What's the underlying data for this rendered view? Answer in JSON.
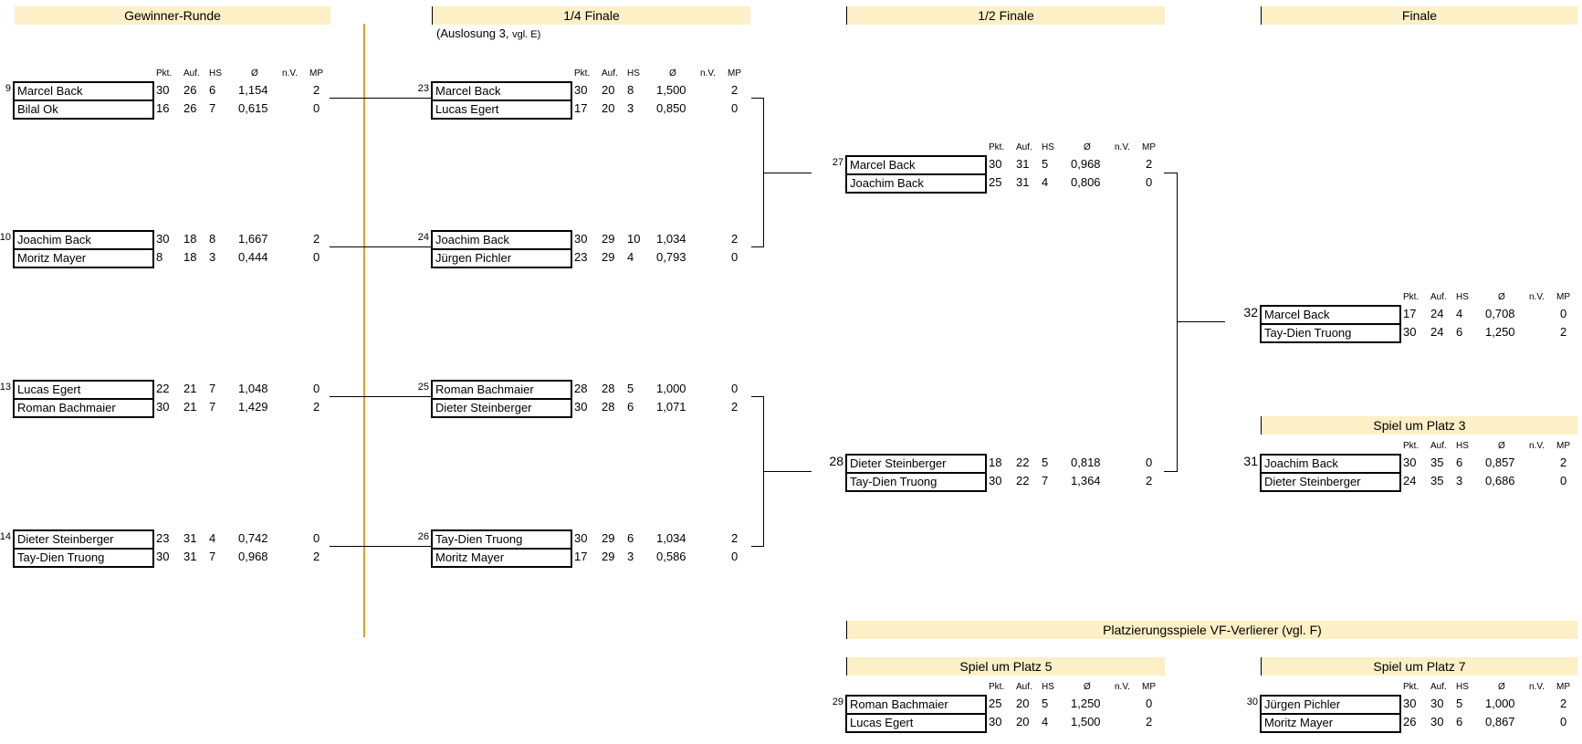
{
  "headers": {
    "gewinner": "Gewinner-Runde",
    "viertel": "1/4 Finale",
    "halb": "1/2 Finale",
    "finale": "Finale",
    "platz3": "Spiel um Platz 3",
    "platzierung": "Platzierungsspiele VF-Verlierer (vgl. F)",
    "platz5": "Spiel um Platz 5",
    "platz7": "Spiel um Platz 7"
  },
  "note": {
    "main": "(Auslosung 3, ",
    "small": "vgl. E)"
  },
  "columns": {
    "pkt": "Pkt.",
    "auf": "Auf.",
    "hs": "HS",
    "avg": "Ø",
    "nv": "n.V.",
    "mp": "MP"
  },
  "matches": {
    "m9": {
      "num": "9",
      "p1": {
        "name": "Marcel Back",
        "pkt": "30",
        "auf": "26",
        "hs": "6",
        "avg": "1,154",
        "mp": "2"
      },
      "p2": {
        "name": "Bilal Ok",
        "pkt": "16",
        "auf": "26",
        "hs": "7",
        "avg": "0,615",
        "mp": "0"
      }
    },
    "m10": {
      "num": "10",
      "p1": {
        "name": "Joachim Back",
        "pkt": "30",
        "auf": "18",
        "hs": "8",
        "avg": "1,667",
        "mp": "2"
      },
      "p2": {
        "name": "Moritz Mayer",
        "pkt": "8",
        "auf": "18",
        "hs": "3",
        "avg": "0,444",
        "mp": "0"
      }
    },
    "m13": {
      "num": "13",
      "p1": {
        "name": "Lucas Egert",
        "pkt": "22",
        "auf": "21",
        "hs": "7",
        "avg": "1,048",
        "mp": "0"
      },
      "p2": {
        "name": "Roman Bachmaier",
        "pkt": "30",
        "auf": "21",
        "hs": "7",
        "avg": "1,429",
        "mp": "2"
      }
    },
    "m14": {
      "num": "14",
      "p1": {
        "name": "Dieter Steinberger",
        "pkt": "23",
        "auf": "31",
        "hs": "4",
        "avg": "0,742",
        "mp": "0"
      },
      "p2": {
        "name": "Tay-Dien Truong",
        "pkt": "30",
        "auf": "31",
        "hs": "7",
        "avg": "0,968",
        "mp": "2"
      }
    },
    "m23": {
      "num": "23",
      "p1": {
        "name": "Marcel Back",
        "pkt": "30",
        "auf": "20",
        "hs": "8",
        "avg": "1,500",
        "mp": "2"
      },
      "p2": {
        "name": "Lucas Egert",
        "pkt": "17",
        "auf": "20",
        "hs": "3",
        "avg": "0,850",
        "mp": "0"
      }
    },
    "m24": {
      "num": "24",
      "p1": {
        "name": "Joachim Back",
        "pkt": "30",
        "auf": "29",
        "hs": "10",
        "avg": "1,034",
        "mp": "2"
      },
      "p2": {
        "name": "Jürgen Pichler",
        "pkt": "23",
        "auf": "29",
        "hs": "4",
        "avg": "0,793",
        "mp": "0"
      }
    },
    "m25": {
      "num": "25",
      "p1": {
        "name": "Roman Bachmaier",
        "pkt": "28",
        "auf": "28",
        "hs": "5",
        "avg": "1,000",
        "mp": "0"
      },
      "p2": {
        "name": "Dieter Steinberger",
        "pkt": "30",
        "auf": "28",
        "hs": "6",
        "avg": "1,071",
        "mp": "2"
      }
    },
    "m26": {
      "num": "26",
      "p1": {
        "name": "Tay-Dien Truong",
        "pkt": "30",
        "auf": "29",
        "hs": "6",
        "avg": "1,034",
        "mp": "2"
      },
      "p2": {
        "name": "Moritz Mayer",
        "pkt": "17",
        "auf": "29",
        "hs": "3",
        "avg": "0,586",
        "mp": "0"
      }
    },
    "m27": {
      "num": "27",
      "p1": {
        "name": "Marcel Back",
        "pkt": "30",
        "auf": "31",
        "hs": "5",
        "avg": "0,968",
        "mp": "2"
      },
      "p2": {
        "name": "Joachim Back",
        "pkt": "25",
        "auf": "31",
        "hs": "4",
        "avg": "0,806",
        "mp": "0"
      }
    },
    "m28": {
      "num": "28",
      "p1": {
        "name": "Dieter Steinberger",
        "pkt": "18",
        "auf": "22",
        "hs": "5",
        "avg": "0,818",
        "mp": "0"
      },
      "p2": {
        "name": "Tay-Dien Truong",
        "pkt": "30",
        "auf": "22",
        "hs": "7",
        "avg": "1,364",
        "mp": "2"
      }
    },
    "m32": {
      "num": "32",
      "p1": {
        "name": "Marcel Back",
        "pkt": "17",
        "auf": "24",
        "hs": "4",
        "avg": "0,708",
        "mp": "0"
      },
      "p2": {
        "name": "Tay-Dien Truong",
        "pkt": "30",
        "auf": "24",
        "hs": "6",
        "avg": "1,250",
        "mp": "2"
      }
    },
    "m31": {
      "num": "31",
      "p1": {
        "name": "Joachim Back",
        "pkt": "30",
        "auf": "35",
        "hs": "6",
        "avg": "0,857",
        "mp": "2"
      },
      "p2": {
        "name": "Dieter Steinberger",
        "pkt": "24",
        "auf": "35",
        "hs": "3",
        "avg": "0,686",
        "mp": "0"
      }
    },
    "m29": {
      "num": "29",
      "p1": {
        "name": "Roman Bachmaier",
        "pkt": "25",
        "auf": "20",
        "hs": "5",
        "avg": "1,250",
        "mp": "0"
      },
      "p2": {
        "name": "Lucas Egert",
        "pkt": "30",
        "auf": "20",
        "hs": "4",
        "avg": "1,500",
        "mp": "2"
      }
    },
    "m30": {
      "num": "30",
      "p1": {
        "name": "Jürgen Pichler",
        "pkt": "30",
        "auf": "30",
        "hs": "5",
        "avg": "1,000",
        "mp": "2"
      },
      "p2": {
        "name": "Moritz Mayer",
        "pkt": "26",
        "auf": "30",
        "hs": "6",
        "avg": "0,867",
        "mp": "0"
      }
    }
  }
}
